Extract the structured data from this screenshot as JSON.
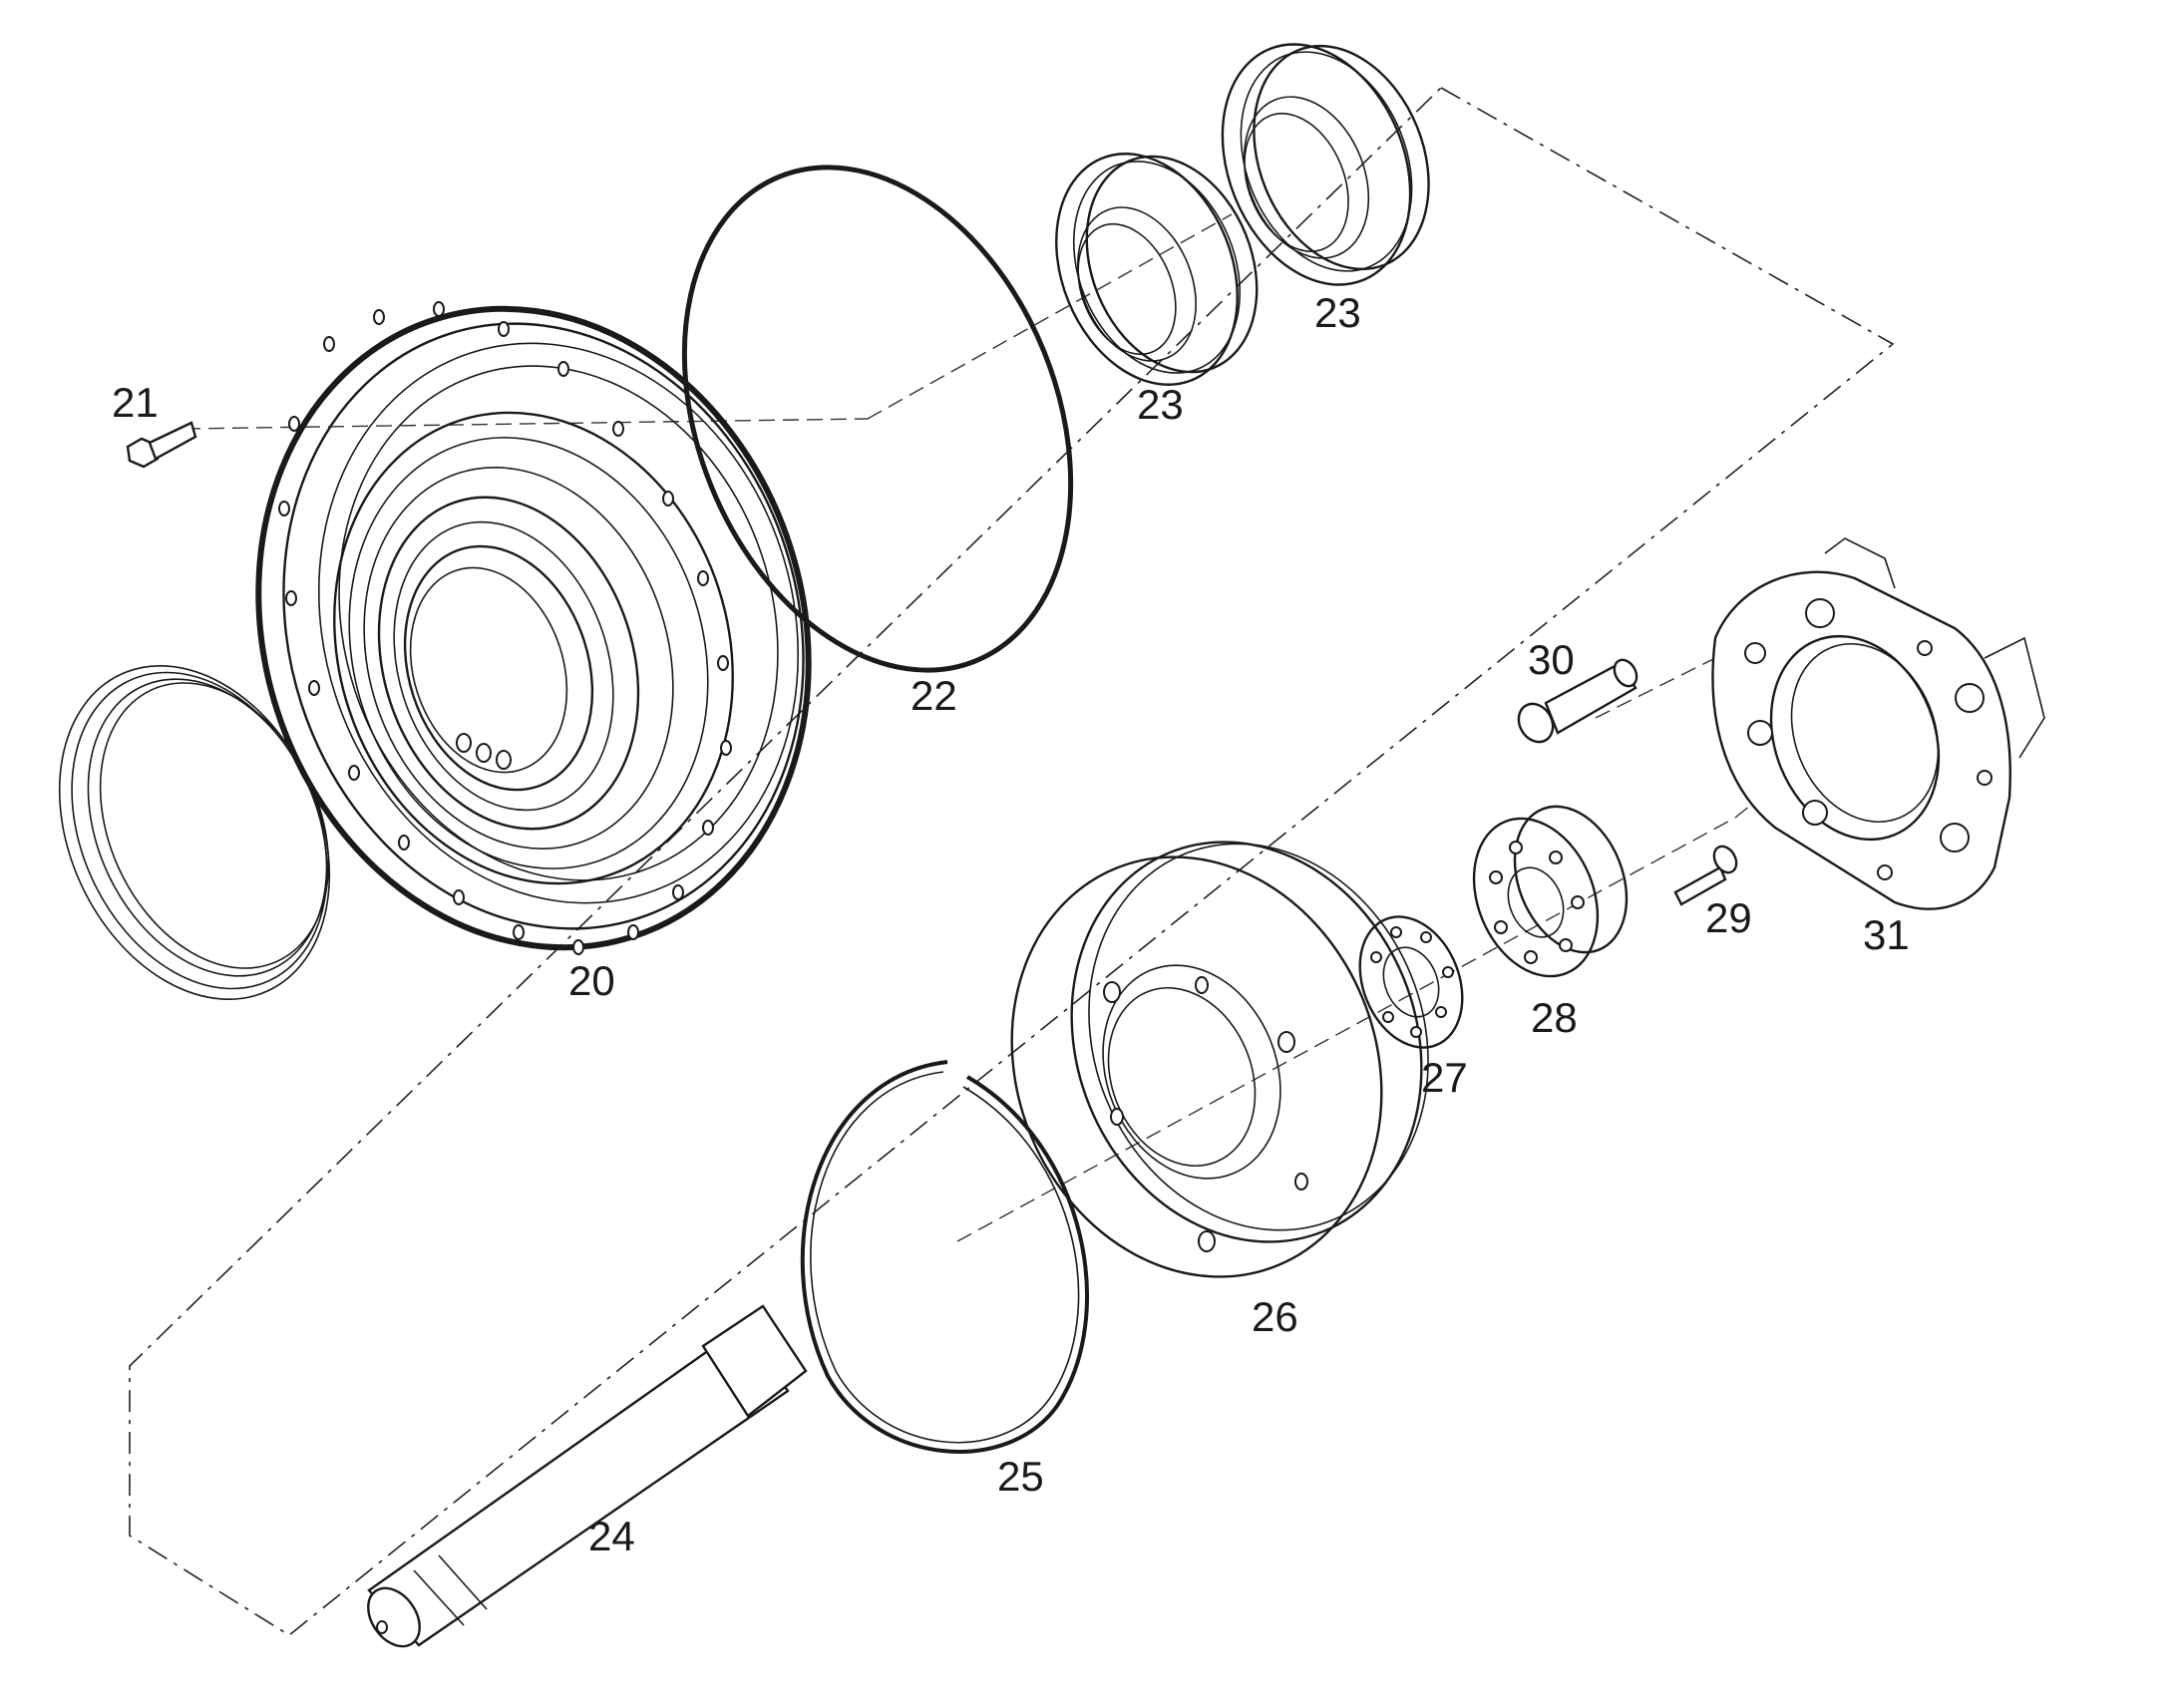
{
  "labels": {
    "p20": "20",
    "p21": "21",
    "p22": "22",
    "p23a": "23",
    "p23b": "23",
    "p24": "24",
    "p25": "25",
    "p26": "26",
    "p27": "27",
    "p28": "28",
    "p29": "29",
    "p30": "30",
    "p31": "31"
  },
  "colors": {
    "line": "#1a1a1a",
    "background": "#ffffff"
  }
}
